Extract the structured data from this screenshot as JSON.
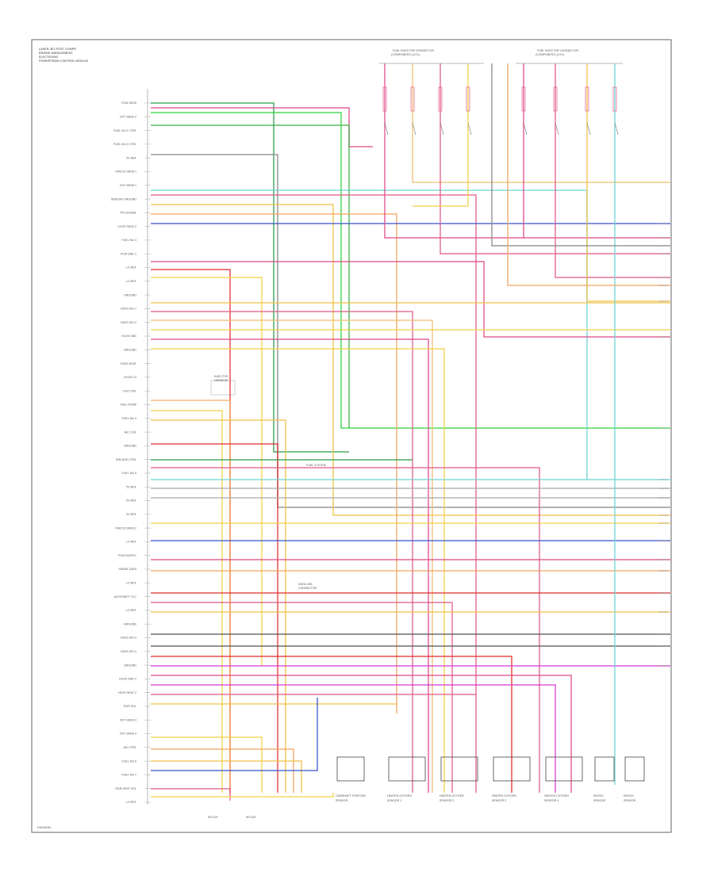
{
  "header": {
    "line1": "LASER-JET POST COMPR",
    "line2": "ENGINE MANAGEMENT",
    "line3": "ELECTRONIC",
    "line4": "POWERTRAIN CONTROL MODULE"
  },
  "footer": {
    "ref": "DIAGRAM"
  },
  "top_connectors": [
    {
      "label": "FUEL INJECTOR CONNECTOR",
      "label2": "(COMPONENT) (CYL)"
    },
    {
      "label": "FUEL INJECTOR CONNECTOR",
      "label2": "(COMPONENT) (CYL)"
    }
  ],
  "left_labels": [
    "PCM SENS",
    "OXY SENS 2",
    "FUEL INJ 1 CTRL",
    "FUEL INJ 2 CTRL",
    "5V REF",
    "KNOCK SENS 1",
    "OXY SENS 1",
    "SENSOR GROUND",
    "TPS SIGNAL",
    "LOOP SENS 2",
    "FUEL INJ 3",
    "PCM GND 1",
    "LO REF",
    "LO REF",
    "GROUND",
    "HO2S SIG 1",
    "HO2S SIG 2",
    "HO2S GND",
    "GROUND",
    "HO2S HEAT",
    "HO2S LO",
    "IGN CTRL",
    "FUEL PUMP",
    "FUEL INJ 4",
    "IAC COIL",
    "GROUND",
    "IGN MOD CTRL",
    "FUEL INJ 5",
    "5V REF",
    "5V REF",
    "5V REF",
    "KNOCK SENS 2",
    "LO REF",
    "PCM SUPPLY",
    "SERIAL DATA",
    "LO REF",
    "AUTOSHIFT TCC",
    "LO REF",
    "GROUND",
    "HO2S SIG 3",
    "HO2S SIG 4",
    "GROUND",
    "HO2S GND 2",
    "HO2S HEAT 2",
    "EGR SOL",
    "OXY SENS 3",
    "OXY SENS 4",
    "IAC CTRL",
    "FUEL INJ 6",
    "FUEL INJ 7",
    "EGR VENT SOL",
    "LO REF"
  ],
  "bottom_components": [
    {
      "label": "CAMSHAFT POSITION",
      "label2": "SENSOR"
    },
    {
      "label": "HEATED OXYGEN",
      "label2": "SENSOR 1"
    },
    {
      "label": "HEATED OXYGEN",
      "label2": "SENSOR 2"
    },
    {
      "label": "HEATED OXYGEN",
      "label2": "SENSOR 3"
    },
    {
      "label": "HEATED OXYGEN",
      "label2": "SENSOR 4"
    },
    {
      "label": "KNOCK",
      "label2": "SENSOR"
    },
    {
      "label": "KNOCK",
      "label2": "SENSOR"
    }
  ],
  "bottom_splices": [
    {
      "label": "SPLICE"
    },
    {
      "label": "SPLICE"
    }
  ],
  "mid_notes": [
    {
      "label": "INJECTOR",
      "label2": "HARNESS"
    },
    {
      "label": "FUEL SYSTEM"
    },
    {
      "label": "DATA LINK",
      "label2": "CONNECTOR"
    }
  ]
}
